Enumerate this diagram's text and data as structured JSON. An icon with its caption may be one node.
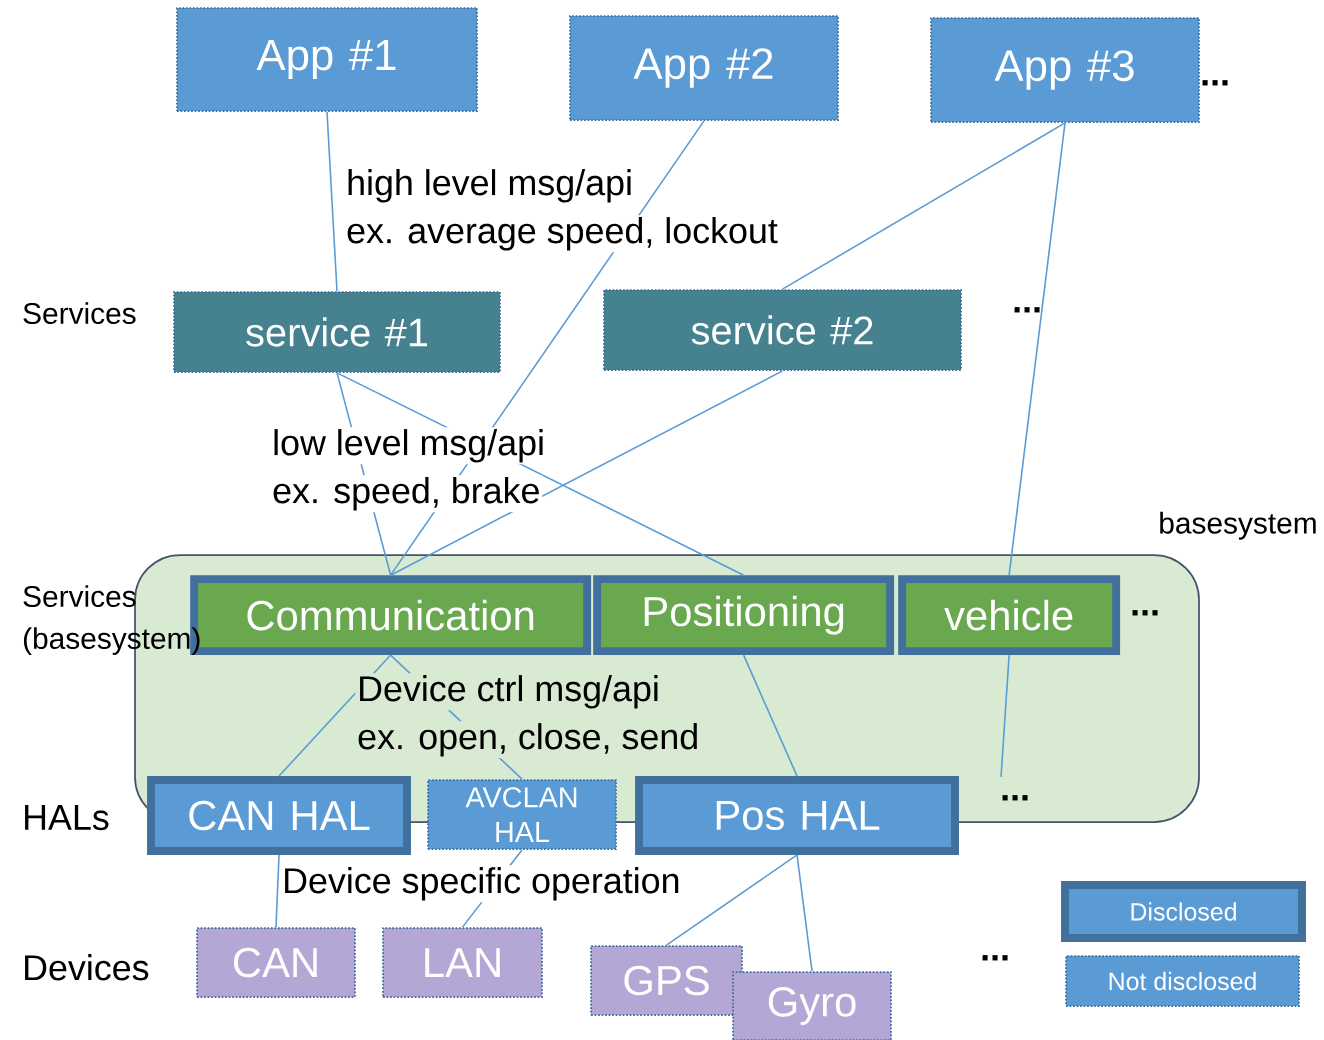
{
  "diagram": {
    "nodes": [
      {
        "text": [
          "App #1"
        ]
      },
      {
        "text": [
          "App #2"
        ]
      },
      {
        "text": [
          "App #3"
        ]
      },
      {
        "text": [
          "service #1"
        ]
      },
      {
        "text": [
          "service #2"
        ]
      },
      {
        "text": [
          "basesystem"
        ]
      },
      {
        "text": [
          "Communication"
        ],
        "in": 5
      },
      {
        "text": [
          "Positioning"
        ],
        "in": 5
      },
      {
        "text": [
          "vehicle"
        ],
        "in": 5
      },
      {
        "text": [
          "CAN HAL"
        ]
      },
      {
        "text": [
          "AVCLAN HAL"
        ]
      },
      {
        "text": [
          "Pos HAL"
        ]
      },
      {
        "text": [
          "CAN"
        ]
      },
      {
        "text": [
          "LAN"
        ]
      },
      {
        "text": [
          "GPS"
        ]
      },
      {
        "text": [
          "Gyro"
        ]
      }
    ],
    "edges": [
      {
        "from": 0,
        "to": 3,
        "arrow": "none"
      },
      {
        "from": 1,
        "to": 6,
        "arrow": "none"
      },
      {
        "from": 2,
        "to": 4,
        "arrow": "none"
      },
      {
        "from": 2,
        "to": 8,
        "arrow": "none"
      },
      {
        "from": 3,
        "to": 6,
        "arrow": "none"
      },
      {
        "from": 3,
        "to": 7,
        "arrow": "none"
      },
      {
        "from": 4,
        "to": 6,
        "arrow": "none"
      },
      {
        "from": 6,
        "to": 9,
        "arrow": "none"
      },
      {
        "from": 6,
        "to": 10,
        "arrow": "none"
      },
      {
        "from": 7,
        "to": 11,
        "arrow": "none"
      },
      {
        "from": 8,
        "to": null,
        "arrow": "none"
      },
      {
        "from": 9,
        "to": 12,
        "arrow": "none"
      },
      {
        "from": 10,
        "to": 13,
        "arrow": "none"
      },
      {
        "from": 11,
        "to": 14,
        "arrow": "none"
      },
      {
        "from": 11,
        "to": 15,
        "arrow": "none"
      }
    ],
    "labels": [
      "...",
      "high level msg/api",
      "ex. average speed, lockout",
      "Services",
      "...",
      "low level msg/api",
      "ex. speed, brake",
      "Services",
      "(basesystem)",
      "...",
      "Device ctrl msg/api",
      "ex. open, close, send",
      "HALs",
      "...",
      "Device specific operation",
      "Devices",
      "..."
    ],
    "legend": [
      {
        "text": "Disclosed"
      },
      {
        "text": "Not disclosed"
      }
    ]
  }
}
